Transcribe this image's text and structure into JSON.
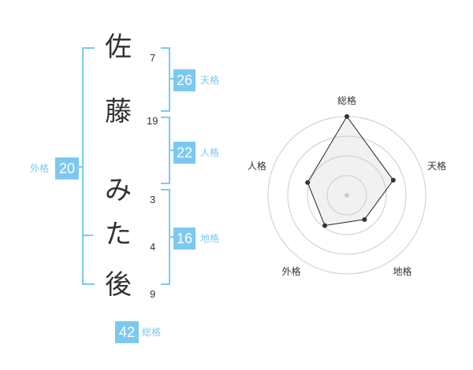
{
  "name": {
    "chars": [
      {
        "char": "佐",
        "strokes": "7"
      },
      {
        "char": "藤",
        "strokes": "19"
      },
      {
        "char": "み",
        "strokes": "3"
      },
      {
        "char": "た",
        "strokes": "4"
      },
      {
        "char": "後",
        "strokes": "9"
      }
    ]
  },
  "scores": {
    "tenkaku": {
      "value": "26",
      "label": "天格"
    },
    "jinkaku": {
      "value": "22",
      "label": "人格"
    },
    "chikaku": {
      "value": "16",
      "label": "地格"
    },
    "gaikaku": {
      "value": "20",
      "label": "外格"
    },
    "soukaku": {
      "value": "42",
      "label": "総格"
    }
  },
  "colors": {
    "accent": "#7cc9f0",
    "text": "#333333",
    "grid": "#cccccc"
  },
  "chart_data": {
    "type": "radar",
    "axes": [
      "総格",
      "天格",
      "地格",
      "外格",
      "人格"
    ],
    "values": [
      42,
      26,
      16,
      20,
      22
    ],
    "radial_scale": "relative (no tick labels shown)",
    "rings": 4
  }
}
